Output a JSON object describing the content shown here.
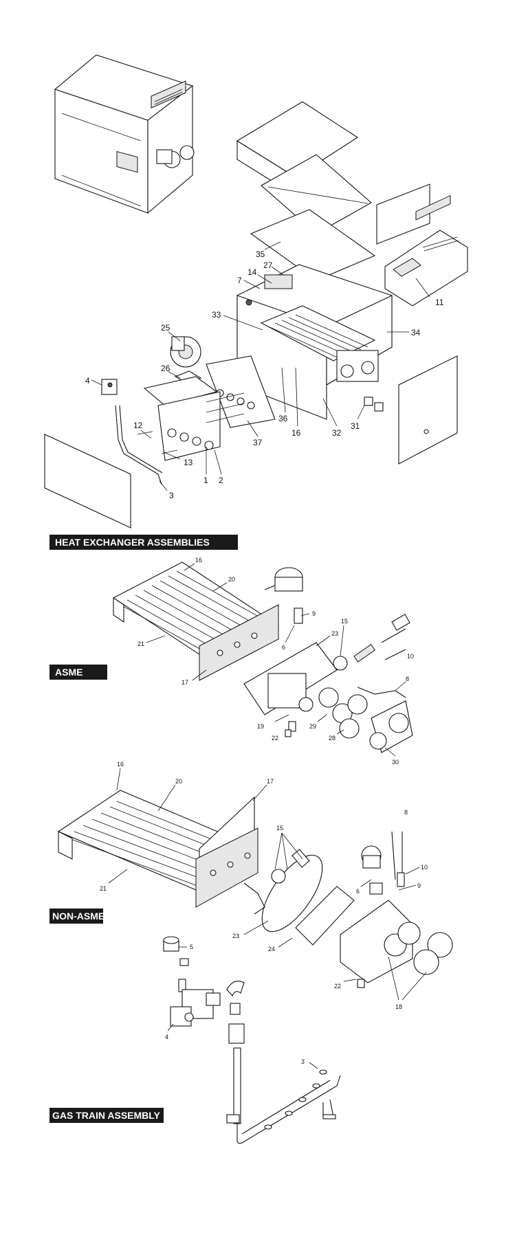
{
  "sections": {
    "heat_exchanger": "HEAT EXCHANGER ASSEMBLIES",
    "asme": "ASME",
    "non_asme": "NON-ASME",
    "gas_train": "GAS TRAIN ASSEMBLY"
  },
  "callouts": {
    "main": [
      "35",
      "27",
      "14",
      "7",
      "11",
      "33",
      "34",
      "25",
      "26",
      "4",
      "12",
      "13",
      "3",
      "1",
      "2",
      "37",
      "36",
      "16",
      "32",
      "31"
    ],
    "asme": [
      "16",
      "20",
      "9",
      "15",
      "21",
      "23",
      "6",
      "10",
      "17",
      "8",
      "19",
      "29",
      "22",
      "28",
      "30"
    ],
    "non_asme": [
      "16",
      "20",
      "17",
      "15",
      "8",
      "10",
      "9",
      "6",
      "21",
      "23",
      "24",
      "22",
      "18"
    ],
    "gas_train": [
      "5",
      "4",
      "3"
    ]
  }
}
